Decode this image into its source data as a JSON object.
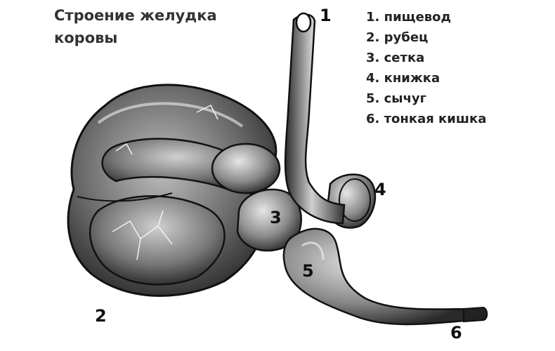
{
  "title": {
    "line1": "Строение желудка",
    "line2": "коровы"
  },
  "legend": [
    "1. пищевод",
    "2. рубец",
    "3. сетка",
    "4. книжка",
    "5. сычуг",
    "6. тонкая кишка"
  ],
  "labels": {
    "n1": "1",
    "n2": "2",
    "n3": "3",
    "n4": "4",
    "n5": "5",
    "n6": "6"
  }
}
